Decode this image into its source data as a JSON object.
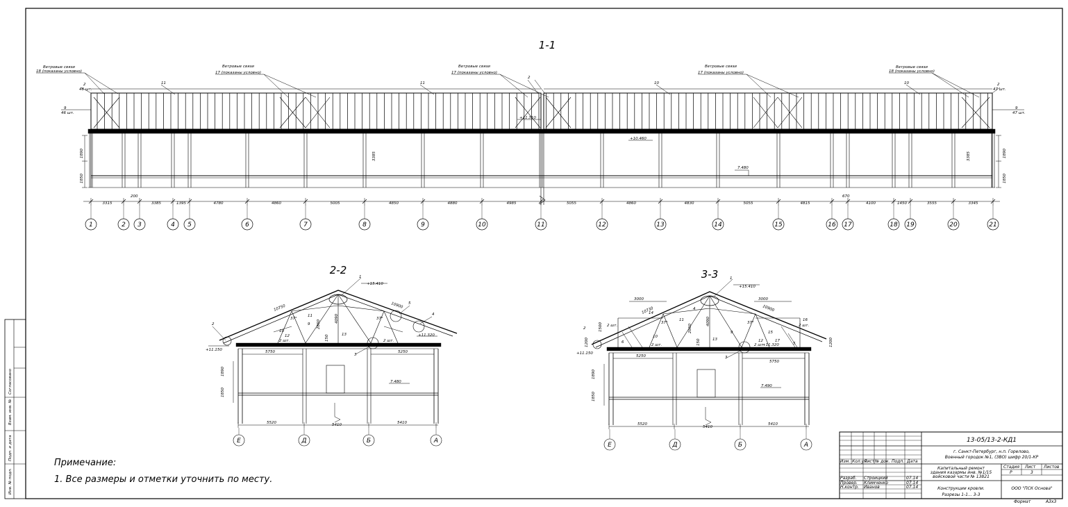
{
  "sections": {
    "s11": {
      "title": "1-1",
      "wind_left": [
        "Ветровые связи",
        "18 (показаны условно)"
      ],
      "wind_mid1": [
        "Ветровые связи",
        "17 (показаны условно)"
      ],
      "wind_mid2": [
        "Ветровые связи",
        "17 (показаны условно)"
      ],
      "wind_mid3": [
        "Ветровые связи",
        "17 (показаны условно)"
      ],
      "wind_right": [
        "Ветровые связи",
        "18 (показаны условно)"
      ],
      "left_count": [
        "2",
        "46 шт."
      ],
      "left_count2": [
        "9",
        "46 шт."
      ],
      "right_count": [
        "2",
        "47 шт."
      ],
      "right_count2": [
        "9",
        "47 шт."
      ],
      "pos_labels": [
        "11",
        "11",
        "10",
        "10",
        "2"
      ],
      "elevations": [
        "+11.310",
        "+10.460",
        "7.480"
      ],
      "height_dims_left": [
        "1890",
        "1850"
      ],
      "height_dims_right": [
        "1890",
        "1850"
      ],
      "height_3385": [
        "3385",
        "3385"
      ],
      "spans": [
        "3315",
        "3385",
        "1395",
        "4780",
        "4860",
        "5005",
        "4850",
        "4880",
        "4985",
        "5055",
        "4860",
        "4830",
        "5055",
        "4815",
        "4100",
        "1450",
        "3555",
        "3345"
      ],
      "small_spans": [
        "200",
        "670"
      ],
      "axes": [
        "1",
        "2",
        "3",
        "4",
        "5",
        "6",
        "7",
        "8",
        "9",
        "10",
        "11",
        "12",
        "13",
        "14",
        "15",
        "16",
        "17",
        "18",
        "19",
        "20",
        "21"
      ]
    },
    "s22": {
      "title": "2-2",
      "elev_top": "+15.410",
      "elev_left": "+11.150",
      "elev_right": "+11.320",
      "elev_floor": "7.480",
      "rafter_left": "10750",
      "rafter_right": "10900",
      "dims_inner": [
        "5750",
        "5250"
      ],
      "dims_bottom": [
        "5520",
        "5410",
        "5410"
      ],
      "heights": [
        "1890",
        "1850"
      ],
      "angles": [
        "37°",
        "37°"
      ],
      "marks": [
        "1",
        "2",
        "3",
        "4",
        "5",
        "9",
        "10",
        "11",
        "12",
        "13",
        "2 шт.",
        "2 шт.",
        "4090",
        "2860",
        "150"
      ],
      "axes": [
        "Е",
        "Д",
        "Б",
        "А"
      ]
    },
    "s33": {
      "title": "3-3",
      "elev_top": "+15.410",
      "elev_left": "+11.150",
      "elev_right": "+11.320",
      "elev_floor": "7.490",
      "top_dims": [
        "3000",
        "3000"
      ],
      "rafter_left": "10730",
      "rafter_right": "10900",
      "dims_inner": [
        "5250",
        "5750"
      ],
      "dims_bottom": [
        "5520",
        "5410",
        "5410"
      ],
      "heights": [
        "1890",
        "1850"
      ],
      "side_heights": [
        "1200",
        "1200",
        "1500"
      ],
      "angles": [
        "37°",
        "37°"
      ],
      "marks": [
        "1",
        "2",
        "3",
        "4",
        "5",
        "6",
        "9",
        "10",
        "11",
        "12",
        "13",
        "14",
        "15",
        "16",
        "17",
        "2 шт.",
        "2 шт.",
        "2 шт.",
        "2 шт.",
        "4090",
        "2860",
        "150"
      ],
      "axes": [
        "Е",
        "Д",
        "Б",
        "А"
      ]
    }
  },
  "note": {
    "title": "Примечание:",
    "item": "1. Все размеры и отметки уточнить по месту."
  },
  "side_stamps": [
    "Согласовано",
    "Взам. инв. №",
    "Подп. и дата",
    "Инв. № подл."
  ],
  "title_block": {
    "code": "13-05/13-2-КД1",
    "location": [
      "г. Санкт-Петербург, н.п. Горелово,",
      "Военный городок №1, (ЗВО) шифр 20/1-КР"
    ],
    "project": [
      "Капитальный ремонт",
      "здания казармы инв. №1/15",
      "войсковой части № 13821"
    ],
    "col_headers": [
      "Изм.",
      "Кол.уч",
      "Лист",
      "№ док.",
      "Подп.",
      "Дата"
    ],
    "roles": [
      "Разраб.",
      "Провер.",
      "Н.контр."
    ],
    "names": [
      "Строицкий",
      "Климченко",
      "Иванов"
    ],
    "dates": [
      "07.14",
      "07.14",
      "07.14"
    ],
    "stage_headers": [
      "Стадия",
      "Лист",
      "Листов"
    ],
    "stage_values": [
      "Р",
      "3",
      ""
    ],
    "sheet_name": [
      "Конструкции кровли.",
      "Разрезы 1-1... 3-3"
    ],
    "company": "ООО \"ПСК Основа\"",
    "format_label": "Формат",
    "format_value": "А3х3"
  }
}
